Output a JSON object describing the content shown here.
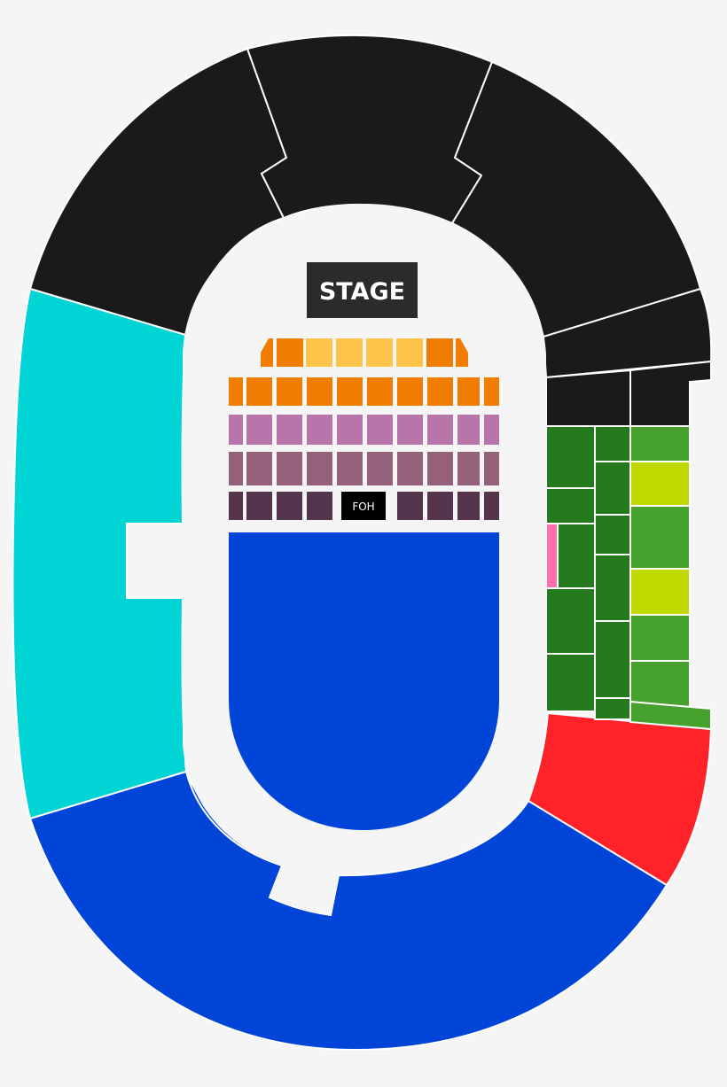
{
  "stage": {
    "label": "STAGE"
  },
  "foh": {
    "label": "FOH"
  },
  "colors": {
    "background": "#f5f5f6",
    "floor_light": "#f5f5f6",
    "black_tier": "#1a1a1a",
    "cyan_tier": "#00d4d4",
    "blue_tier": "#0044d8",
    "red_tier": "#ff2228",
    "dark_green": "#267a1e",
    "mid_green": "#47a22d",
    "lime": "#bed800",
    "pink": "#ff6fa8",
    "gold": "#ffc54a",
    "orange": "#f07d00",
    "lilac": "#b875aa",
    "mauve": "#94607a",
    "plum": "#53344c",
    "floor_ga": "#0044d8"
  },
  "floor_rows": [
    {
      "name": "row-gold",
      "color": "#ffc54a"
    },
    {
      "name": "row-orange",
      "color": "#f07d00"
    },
    {
      "name": "row-lilac",
      "color": "#b875aa"
    },
    {
      "name": "row-mauve",
      "color": "#94607a"
    },
    {
      "name": "row-plum",
      "color": "#53344c"
    }
  ]
}
